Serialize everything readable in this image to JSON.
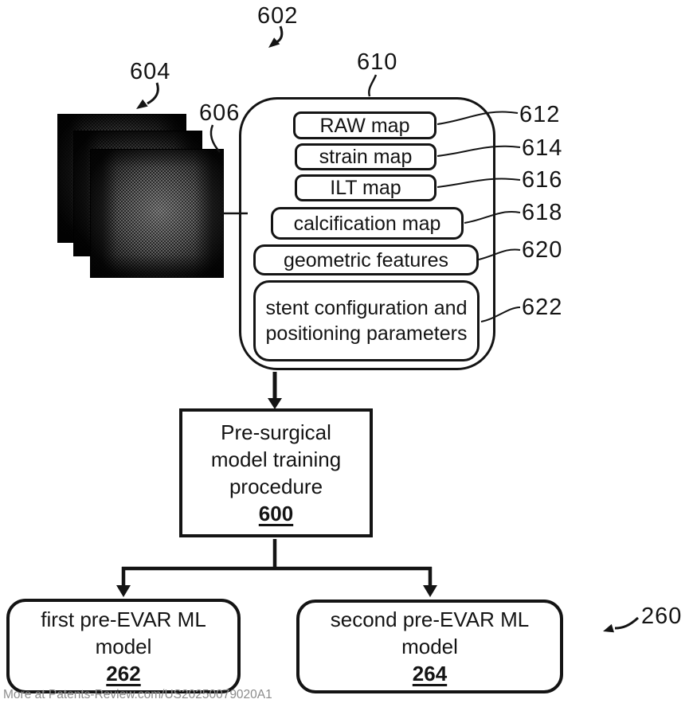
{
  "figure": {
    "fig_ref": "602",
    "scan_stack_ref": "604",
    "scan_slice_ref": "606",
    "inputs_group_ref": "610",
    "diagram_ref": "260",
    "inputs": [
      {
        "label": "RAW map",
        "ref": "612"
      },
      {
        "label": "strain map",
        "ref": "614"
      },
      {
        "label": "ILT map",
        "ref": "616"
      },
      {
        "label": "calcification map",
        "ref": "618"
      },
      {
        "label": "geometric features",
        "ref": "620"
      },
      {
        "label": "stent configuration and positioning parameters",
        "ref": "622"
      }
    ],
    "training": {
      "label": "Pre-surgical model training procedure",
      "ref": "600"
    },
    "outputs": [
      {
        "label": "first pre-EVAR ML model",
        "ref": "262"
      },
      {
        "label": "second pre-EVAR ML model",
        "ref": "264"
      }
    ],
    "watermark": "More at Patents-Review.com/US20250079020A1",
    "colors": {
      "line": "#141414",
      "watermark": "#8c8c8c"
    }
  }
}
